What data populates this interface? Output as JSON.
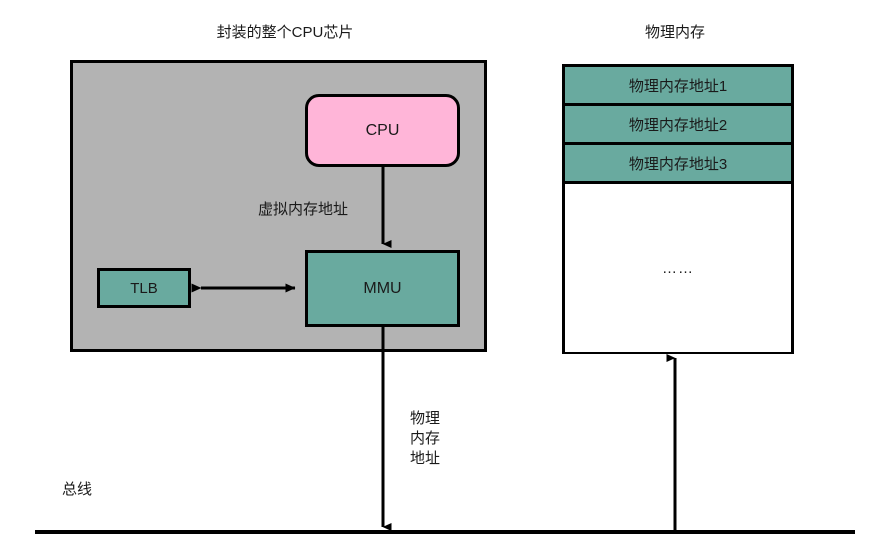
{
  "diagram": {
    "titles": {
      "chip": "封装的整个CPU芯片",
      "memory": "物理内存"
    },
    "blocks": {
      "cpu": "CPU",
      "mmu": "MMU",
      "tlb": "TLB"
    },
    "memory_cells": [
      "物理内存地址1",
      "物理内存地址2",
      "物理内存地址3"
    ],
    "memory_ellipsis": "……",
    "connectors": {
      "virtual_address": "虚拟内存地址",
      "physical_address": "物理\n内存\n地址",
      "physical_address_lines": [
        "物理",
        "内存",
        "地址"
      ],
      "bus": "总线"
    },
    "colors": {
      "package_gray": "#b3b3b3",
      "cpu_pink": "#ffb5d8",
      "unit_teal": "#69aa9f",
      "stroke_black": "#000000",
      "canvas_white": "#ffffff",
      "text": "#1a1a1a"
    }
  }
}
